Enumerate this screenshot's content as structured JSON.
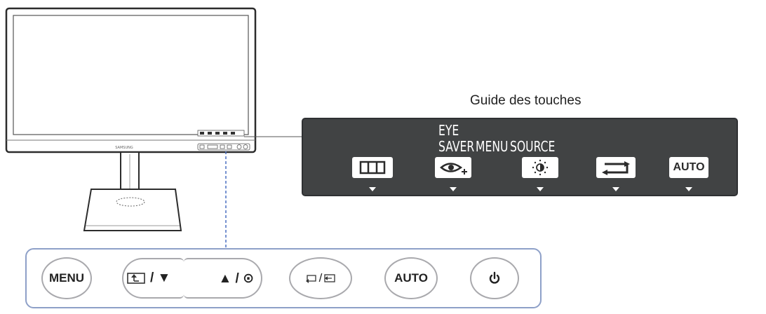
{
  "guide_title": "Guide des touches",
  "panel": {
    "labels": {
      "eye": "EYE",
      "saver": "SAVER",
      "menu": "MENU",
      "source": "SOURCE"
    },
    "icons": [
      {
        "name": "menu-grid-icon"
      },
      {
        "name": "eye-saver-icon"
      },
      {
        "name": "brightness-icon"
      },
      {
        "name": "source-cycle-icon"
      },
      {
        "name": "auto-icon",
        "text": "AUTO"
      }
    ]
  },
  "buttons": {
    "menu": "MENU",
    "nav_down": "/ ▼",
    "nav_up": "▲ / ⊙",
    "source": "/",
    "auto": "AUTO"
  },
  "colors": {
    "panel_bg": "#414344",
    "bar_border": "#8ea0c8",
    "connector": "#4a6fc0",
    "button_border": "#a9a9ad"
  },
  "monitor": {
    "brand_text": "SAMSUNG"
  }
}
